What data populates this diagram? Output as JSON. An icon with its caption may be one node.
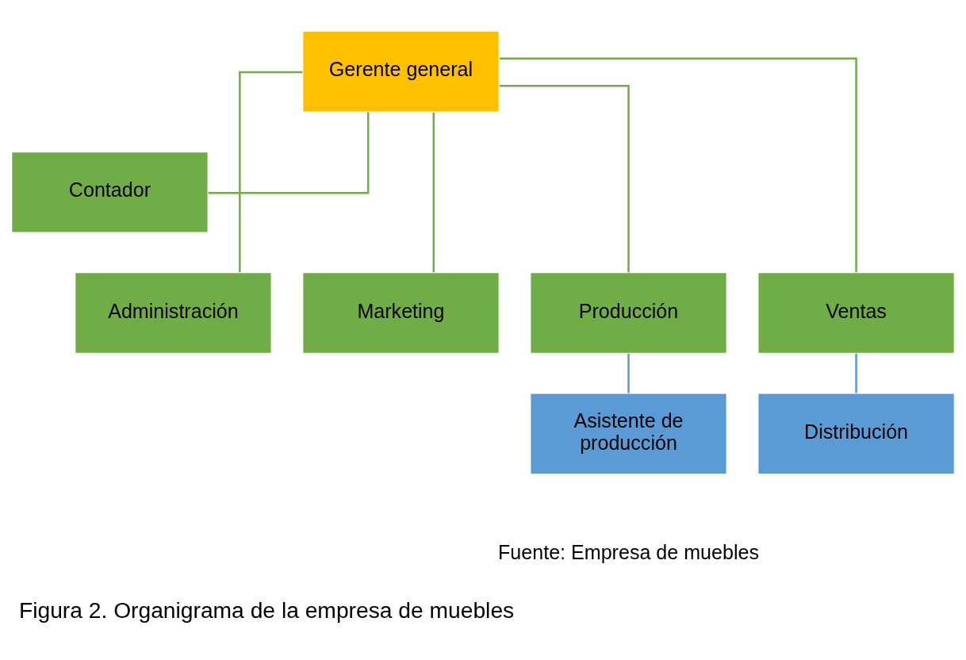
{
  "diagram": {
    "caption": "Figura 2. Organigrama de la empresa de muebles",
    "nodes": [
      {
        "text": [
          "Gerente general"
        ]
      },
      {
        "text": [
          "Contador"
        ]
      },
      {
        "text": [
          "Administración"
        ]
      },
      {
        "text": [
          "Marketing"
        ]
      },
      {
        "text": [
          "Producción"
        ]
      },
      {
        "text": [
          "Ventas"
        ]
      },
      {
        "text": [
          "Asistente de producción"
        ]
      },
      {
        "text": [
          "Distribución"
        ]
      }
    ],
    "edges": [
      {
        "from": 0,
        "to": 1,
        "arrow": "none"
      },
      {
        "from": 0,
        "to": 2,
        "arrow": "none"
      },
      {
        "from": 0,
        "to": 3,
        "arrow": "none"
      },
      {
        "from": 0,
        "to": 4,
        "arrow": "none"
      },
      {
        "from": 0,
        "to": 5,
        "arrow": "none"
      },
      {
        "from": 4,
        "to": 6,
        "arrow": "none",
        "color": "#5b9bd5"
      },
      {
        "from": 5,
        "to": 7,
        "arrow": "none",
        "color": "#5b9bd5"
      }
    ],
    "labels": [
      "Fuente: Empresa de muebles"
    ]
  }
}
